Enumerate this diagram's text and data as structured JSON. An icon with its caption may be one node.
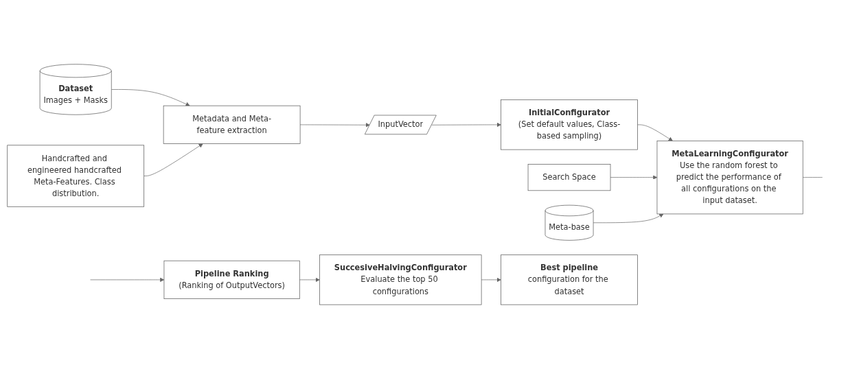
{
  "diagram": {
    "nodes": [
      {
        "text": [
          "Dataset",
          "Images + Masks"
        ]
      },
      {
        "text": [
          "Metadata and Meta-feature extraction"
        ]
      },
      {
        "text": [
          "Handcrafted and engineered handcrafted Meta-Features. Class distribution."
        ]
      },
      {
        "text": [
          "InputVector"
        ]
      },
      {
        "text": [
          "InitialConfigurator",
          "(Set default values, Class-based sampling)"
        ]
      },
      {
        "text": [
          "MetaLearningConfigurator",
          "Use the random forest to predict the performance of all configurations on the input dataset."
        ]
      },
      {
        "text": [
          "Search Space"
        ]
      },
      {
        "text": [
          "Meta-base"
        ]
      },
      {
        "text": [
          "Pipeline Ranking",
          "(Ranking of OutputVectors)"
        ]
      },
      {
        "text": [
          "SuccesiveHalvingConfigurator",
          "Evaluate the top 50 configurations"
        ]
      },
      {
        "text": [
          "Best pipeline",
          "configuration for the dataset"
        ]
      }
    ],
    "edges": [
      {
        "from": 0,
        "to": 1,
        "arrow": "to"
      },
      {
        "from": 2,
        "to": 1,
        "arrow": "to"
      },
      {
        "from": 1,
        "to": 3,
        "arrow": "to"
      },
      {
        "from": 3,
        "to": 4,
        "arrow": "to"
      },
      {
        "from": 4,
        "to": 5,
        "arrow": "to"
      },
      {
        "from": 6,
        "to": 5,
        "arrow": "to"
      },
      {
        "from": 7,
        "to": 5,
        "arrow": "to"
      },
      {
        "from": 5,
        "to": null,
        "arrow": "none"
      },
      {
        "from": null,
        "to": 8,
        "arrow": "to"
      },
      {
        "from": 8,
        "to": 9,
        "arrow": "to"
      },
      {
        "from": 9,
        "to": 10,
        "arrow": "to"
      }
    ]
  }
}
